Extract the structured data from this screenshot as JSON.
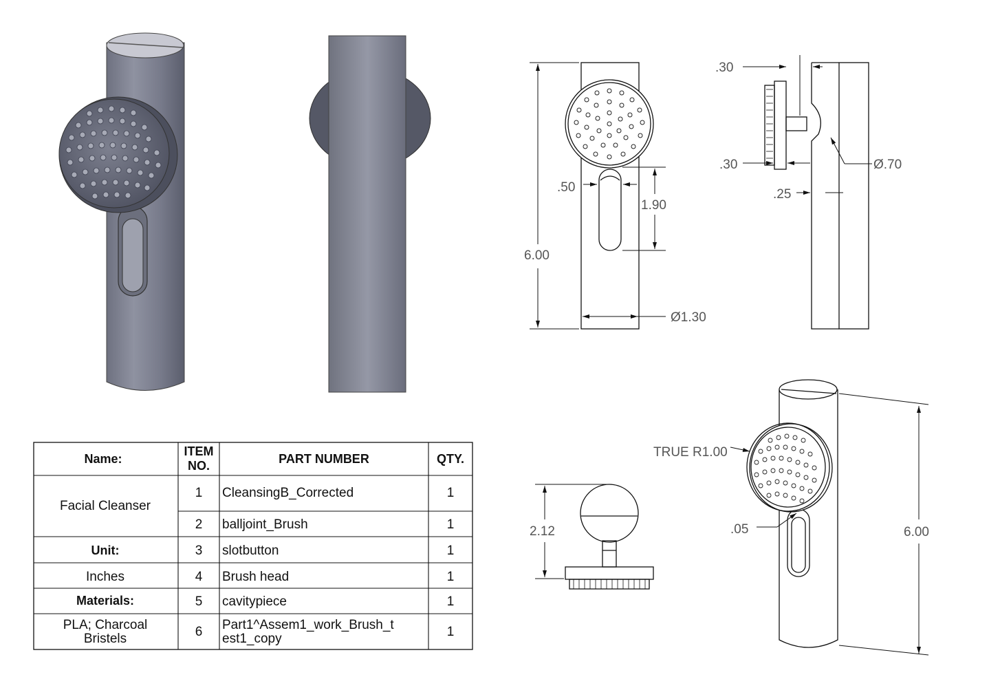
{
  "colors": {
    "body_dark": "#5d6070",
    "body_mid": "#8a8d9c",
    "body_light": "#c9cad3",
    "line": "#111111",
    "dim_text": "#555555"
  },
  "dimensions": {
    "front_height": "6.00",
    "front_slot_width": ".50",
    "front_slot_length": "1.90",
    "front_diameter": "Ø1.30",
    "side_top": ".30",
    "side_bottom": ".30",
    "side_ball_diameter": "Ø.70",
    "side_gap": ".25",
    "ball_height": "2.12",
    "iso_radius": "TRUE R1.00",
    "iso_clearance": ".05",
    "iso_height": "6.00"
  },
  "bom": {
    "header": {
      "name": "Name:",
      "item_no_line1": "ITEM",
      "item_no_line2": "NO.",
      "part_number": "PART NUMBER",
      "qty": "QTY."
    },
    "left": {
      "product_name": "Facial Cleanser",
      "unit_label": "Unit:",
      "unit_value": "Inches",
      "materials_label": "Materials:",
      "materials_value_line1": "PLA; Charcoal",
      "materials_value_line2": "Bristels"
    },
    "rows": [
      {
        "item": "1",
        "part": "CleansingB_Corrected",
        "qty": "1"
      },
      {
        "item": "2",
        "part": "balljoint_Brush",
        "qty": "1"
      },
      {
        "item": "3",
        "part": "slotbutton",
        "qty": "1"
      },
      {
        "item": "4",
        "part": "Brush head",
        "qty": "1"
      },
      {
        "item": "5",
        "part": "cavitypiece",
        "qty": "1"
      },
      {
        "item": "6",
        "part_line1": "Part1^Assem1_work_Brush_t",
        "part_line2": "est1_copy",
        "qty": "1"
      }
    ]
  }
}
